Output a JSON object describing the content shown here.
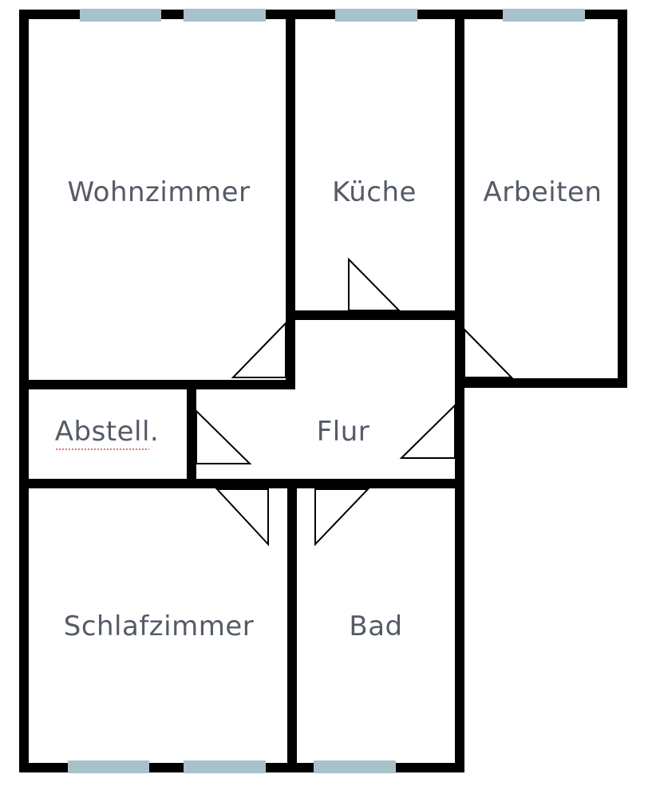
{
  "colors": {
    "wall": "#000000",
    "window": "#a7c2c8",
    "label": "#545b66",
    "background": "#ffffff",
    "spellcheck_underline": "#e04040"
  },
  "rooms": [
    {
      "id": "wohnzimmer",
      "label": "Wohnzimmer"
    },
    {
      "id": "kueche",
      "label": "Küche"
    },
    {
      "id": "arbeiten",
      "label": "Arbeiten"
    },
    {
      "id": "abstell",
      "label": "Abstell."
    },
    {
      "id": "flur",
      "label": "Flur"
    },
    {
      "id": "schlafzimmer",
      "label": "Schlafzimmer"
    },
    {
      "id": "bad",
      "label": "Bad"
    }
  ]
}
